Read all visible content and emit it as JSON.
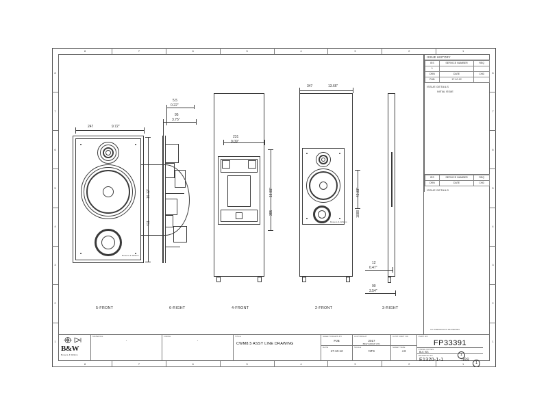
{
  "sheet": {
    "zones_top": [
      "8",
      "7",
      "6",
      "5",
      "4",
      "3",
      "2",
      "1"
    ],
    "zones_bottom": [
      "8",
      "7",
      "6",
      "5",
      "4",
      "3",
      "2",
      "1"
    ],
    "zones_left": [
      "8",
      "7",
      "6",
      "5",
      "4",
      "3",
      "2",
      "1"
    ],
    "zones_right": [
      "8",
      "7",
      "6",
      "5",
      "4",
      "3",
      "2",
      "1"
    ]
  },
  "issue_history": {
    "title": "ISSUE HISTORY",
    "header": [
      "ISS",
      "SERVICE NUMBER",
      "REQ"
    ],
    "rows": [
      [
        "ISS",
        "SERVICE NUMBER",
        "REQ"
      ],
      [
        "1",
        "",
        ""
      ],
      [
        "DRN",
        "DATE",
        "CHD"
      ],
      [
        "PUB",
        "17-10-12",
        ""
      ]
    ],
    "section_label": "ISSUE DETAILS",
    "note": "INITIAL ISSUE",
    "second_header": [
      "ISS",
      "SERVICE NUMBER",
      "REQ"
    ],
    "second_rows": [
      [
        "ISS",
        "SERVICE NUMBER",
        "REQ"
      ],
      [
        "DRN",
        "DATE",
        "CHD"
      ]
    ],
    "second_section_label": "ISSUE DETAILS"
  },
  "title_block": {
    "projection_symbol": "first-angle-projection-icon",
    "brand": "B&W",
    "brand_sub": "Bowers & Wilkins",
    "fields": [
      {
        "label": "MATERIAL",
        "value": "-"
      },
      {
        "label": "FINISH",
        "value": "-"
      },
      {
        "label": "TITLE",
        "value": "CWM8.5 ASSY LINE DRAWING"
      },
      {
        "label": "SHEET DRAWN BY",
        "value": "PJB"
      },
      {
        "label": "COPYRIGHT",
        "value": "2017"
      },
      {
        "label": "COPYRIGHT_SUB",
        "value": "B&W GROUP LTD."
      },
      {
        "label": "CUST PART NO",
        "value": ""
      },
      {
        "label": "DATE",
        "value": "17-10-12"
      },
      {
        "label": "SCALE",
        "value": "NTS"
      },
      {
        "label": "SHEET SIZE",
        "value": "A3"
      }
    ],
    "part_no_label": "PART NO",
    "part_no": "FP33391",
    "finish_notes_label": "FINISH NOTES",
    "finish_notes": "BLK        ISS",
    "finish_iss": "1",
    "drawing_no_label": "DRAWING NO",
    "drawing_no": "E1320-1-1",
    "iss_label": "-ISS",
    "iss_value": "1",
    "copyright_note": "ALL DIMENSIONS IN MILLIMETRES"
  },
  "views": [
    {
      "name": "view-5-front",
      "label": "5-FRONT",
      "dims": [
        {
          "metric": "247",
          "imperial": "9.72\""
        },
        {
          "metric": "411",
          "imperial": "16.12\""
        }
      ]
    },
    {
      "name": "view-6-right",
      "label": "6-RIGHT",
      "dims": [
        {
          "metric": "5.5",
          "imperial": "0.22\""
        },
        {
          "metric": "95",
          "imperial": "3.75\""
        }
      ]
    },
    {
      "name": "view-4-front",
      "label": "4-FRONT",
      "dims": [
        {
          "metric": "231",
          "imperial": "9.09\""
        },
        {
          "metric": "395",
          "imperial": "15.55\""
        }
      ]
    },
    {
      "name": "view-2-front",
      "label": "2-FRONT",
      "dims": [
        {
          "metric": "347",
          "imperial": "13.66\""
        },
        {
          "metric": "1088",
          "imperial": "42.83\""
        }
      ]
    },
    {
      "name": "view-3-right",
      "label": "3-RIGHT",
      "dims": [
        {
          "metric": "12",
          "imperial": "0.47\""
        },
        {
          "metric": "90",
          "imperial": "3.54\""
        }
      ]
    }
  ],
  "dim_text": {
    "d247": "247",
    "d972": "9.72\"",
    "d411": "411",
    "d1612": "16.12\"",
    "d55": "5.5",
    "d022": "0.22\"",
    "d95": "95",
    "d375": "3.75\"",
    "d231": "231",
    "d909": "9.09\"",
    "d395": "395",
    "d1555": "15.55\"",
    "d347": "347",
    "d1366": "13.66\"",
    "d1088": "1088",
    "d4283": "42.83\"",
    "d12": "12",
    "d047": "0.47\"",
    "d90": "90",
    "d354": "3.54\""
  },
  "speaker_brandmark": "Bowers & Wilkins"
}
